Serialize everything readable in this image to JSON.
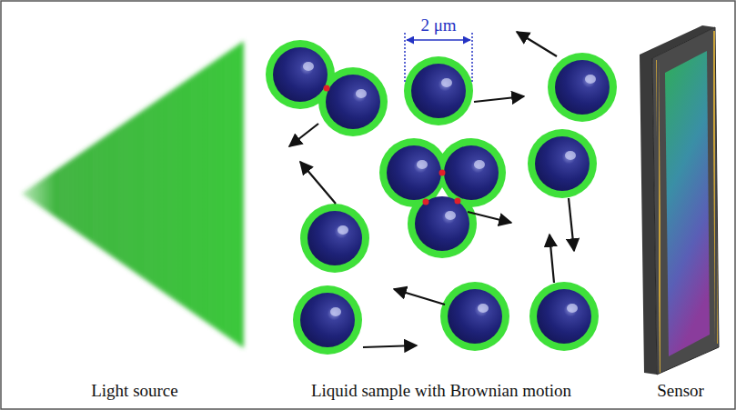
{
  "diagram": {
    "labels": [
      "2 μm",
      "Light source",
      "Liquid sample with Brownian motion",
      "Sensor"
    ]
  }
}
